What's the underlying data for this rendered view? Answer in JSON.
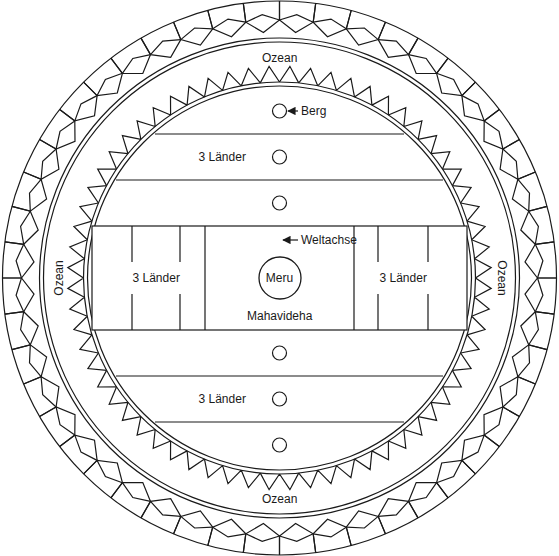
{
  "diagram": {
    "nodes": [
      {
        "text": [
          "Meru"
        ]
      }
    ],
    "labels": [
      "Ozean",
      "Berg",
      "3 Länder",
      "Ozean",
      "Weltachse",
      "3 Länder",
      "3 Länder",
      "Ozean",
      "Mahavideha",
      "3 Länder",
      "Ozean"
    ]
  }
}
